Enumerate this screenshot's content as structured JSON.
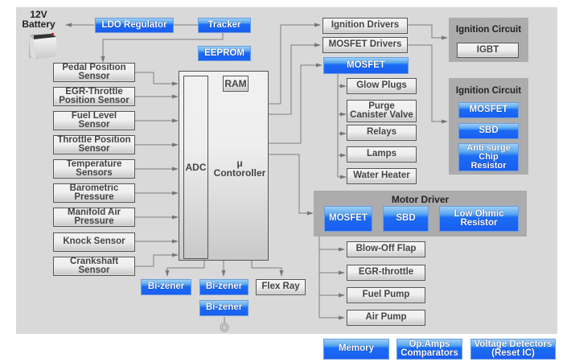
{
  "battery": {
    "line1": "12V",
    "line2": "Battery"
  },
  "power": {
    "ldo": "LDO Regulator",
    "tracker": "Tracker",
    "eeprom": "EEPROM"
  },
  "sensors": [
    "Pedal Position Sensor",
    "EGR-Throttle Position Sensor",
    "Fuel Level Sensor",
    "Throttle Position Sensor",
    "Temperature Sensors",
    "Barometric Pressure",
    "Manifold Air Pressure",
    "Knock Sensor",
    "Crankshaft Sensor"
  ],
  "sensor_lines": [
    [
      "Pedal Position",
      "Sensor"
    ],
    [
      "EGR-Throttle",
      "Position Sensor"
    ],
    [
      "Fuel Level",
      "Sensor"
    ],
    [
      "Throttle Position",
      "Sensor"
    ],
    [
      "Temperature",
      "Sensors"
    ],
    [
      "Barometric",
      "Pressure"
    ],
    [
      "Manifold Air",
      "Pressure"
    ],
    [
      "Knock Sensor"
    ],
    [
      "Crankshaft",
      "Sensor"
    ]
  ],
  "mcu": {
    "ram": "RAM",
    "adc": "ADC",
    "mu": "μ",
    "controller": "Contoroller"
  },
  "bottom_mcu": {
    "bizener1": "Bi-zener",
    "bizener2": "Bi-zener",
    "bizener3": "Bi-zener",
    "flexray": "Flex Ray"
  },
  "drivers": {
    "ignition_drivers": "Ignition Drivers",
    "mosfet_drivers": "MOSFET Drivers",
    "mosfet": "MOSFET"
  },
  "mosfet_loads": [
    "Glow Plugs",
    "Purge Canister Valve",
    "Relays",
    "Lamps",
    "Water Heater"
  ],
  "ignition_circuit_1": {
    "title": "Ignition Circuit",
    "igbt": "IGBT"
  },
  "ignition_circuit_2": {
    "title": "Ignition Circuit",
    "mosfet": "MOSFET",
    "sbd": "SBD",
    "resistor_lines": [
      "Anti surge",
      "Chip",
      "Resistor"
    ]
  },
  "motor_driver": {
    "title": "Motor Driver",
    "mosfet": "MOSFET",
    "sbd": "SBD",
    "resistor_lines": [
      "Low Ohmic",
      "Resistor"
    ]
  },
  "motor_loads": [
    "Blow-Off Flap",
    "EGR-throttle",
    "Fuel Pump",
    "Air Pump"
  ],
  "legend": {
    "memory": "Memory",
    "opamps_lines": [
      "Op.Amps",
      "Comparators"
    ],
    "voltage_lines": [
      "Voltage Detectors",
      "(Reset IC)"
    ]
  },
  "colors": {
    "panel": "#d9d9d9",
    "group": "#acacac",
    "blue": "#1b5ef0",
    "wire": "#777777"
  }
}
